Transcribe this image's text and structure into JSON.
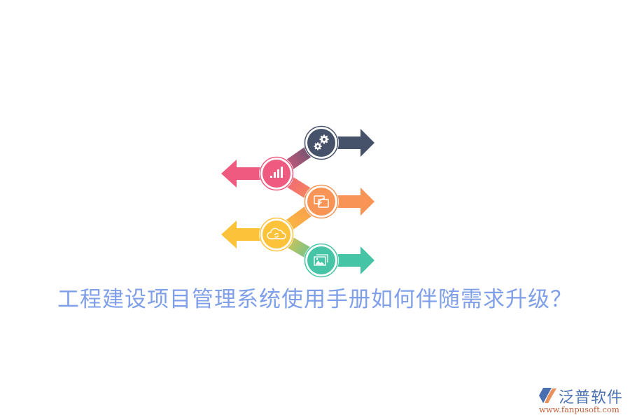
{
  "title": "工程建设项目管理系统使用手册如何伴随需求升级？",
  "diagram": {
    "steps": [
      {
        "icon": "gears-icon",
        "direction": "right",
        "color": "#46526a"
      },
      {
        "icon": "bar-chart-icon",
        "direction": "left",
        "color": "#ee5a80"
      },
      {
        "icon": "screen-cast-icon",
        "direction": "right",
        "color": "#f89455"
      },
      {
        "icon": "cloud-sync-icon",
        "direction": "left",
        "color": "#fcc23a"
      },
      {
        "icon": "image-gallery-icon",
        "direction": "right",
        "color": "#45c4a6"
      }
    ]
  },
  "logo": {
    "name": "泛普软件",
    "url": "www.fanpusoft.com",
    "colors": {
      "blue": "#4a6fb0",
      "orange": "#e8915a"
    }
  }
}
